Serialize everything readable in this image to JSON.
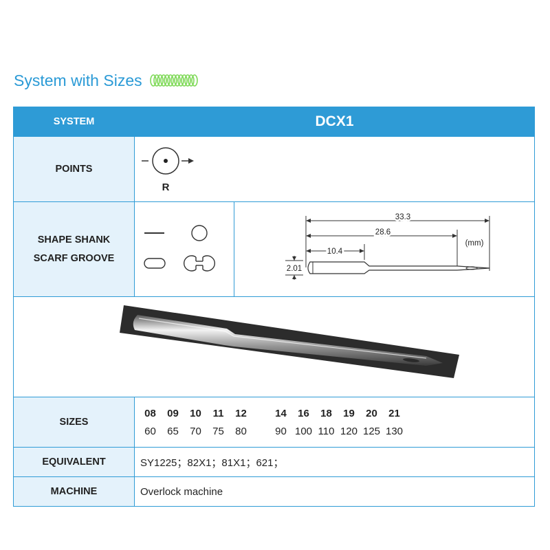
{
  "heading": {
    "title": "System with Sizes",
    "icon": "spring-coil-icon",
    "icon_color": "#7ed957"
  },
  "table": {
    "header": {
      "label": "SYSTEM",
      "value": "DCX1"
    },
    "points": {
      "label": "POINTS",
      "symbol_caption": "R"
    },
    "shape": {
      "label_line1": "SHAPE SHANK",
      "label_line2": "SCARF GROOVE",
      "icons": [
        "flat-line-icon",
        "round-shank-icon",
        "rounded-rect-icon",
        "scarf-groove-icon"
      ]
    },
    "diagram": {
      "total_length": "33.3",
      "length_to_eye": "28.6",
      "shank_length": "10.4",
      "shank_diameter": "2.01",
      "unit": "(mm)"
    },
    "sizes": {
      "label": "SIZES",
      "metric_top": [
        "08",
        "09",
        "10",
        "11",
        "12",
        "14",
        "16",
        "18",
        "19",
        "20",
        "21"
      ],
      "nm_bottom": [
        "60",
        "65",
        "70",
        "75",
        "80",
        "90",
        "100",
        "110",
        "120",
        "125",
        "130"
      ]
    },
    "equivalent": {
      "label": "EQUIVALENT",
      "value": "SY1225；82X1；81X1；621；"
    },
    "machine": {
      "label": "MACHINE",
      "value": "Overlock machine"
    }
  },
  "colors": {
    "accent": "#2e9bd6",
    "label_bg": "#e4f2fb",
    "heading": "#2a9ad6"
  }
}
